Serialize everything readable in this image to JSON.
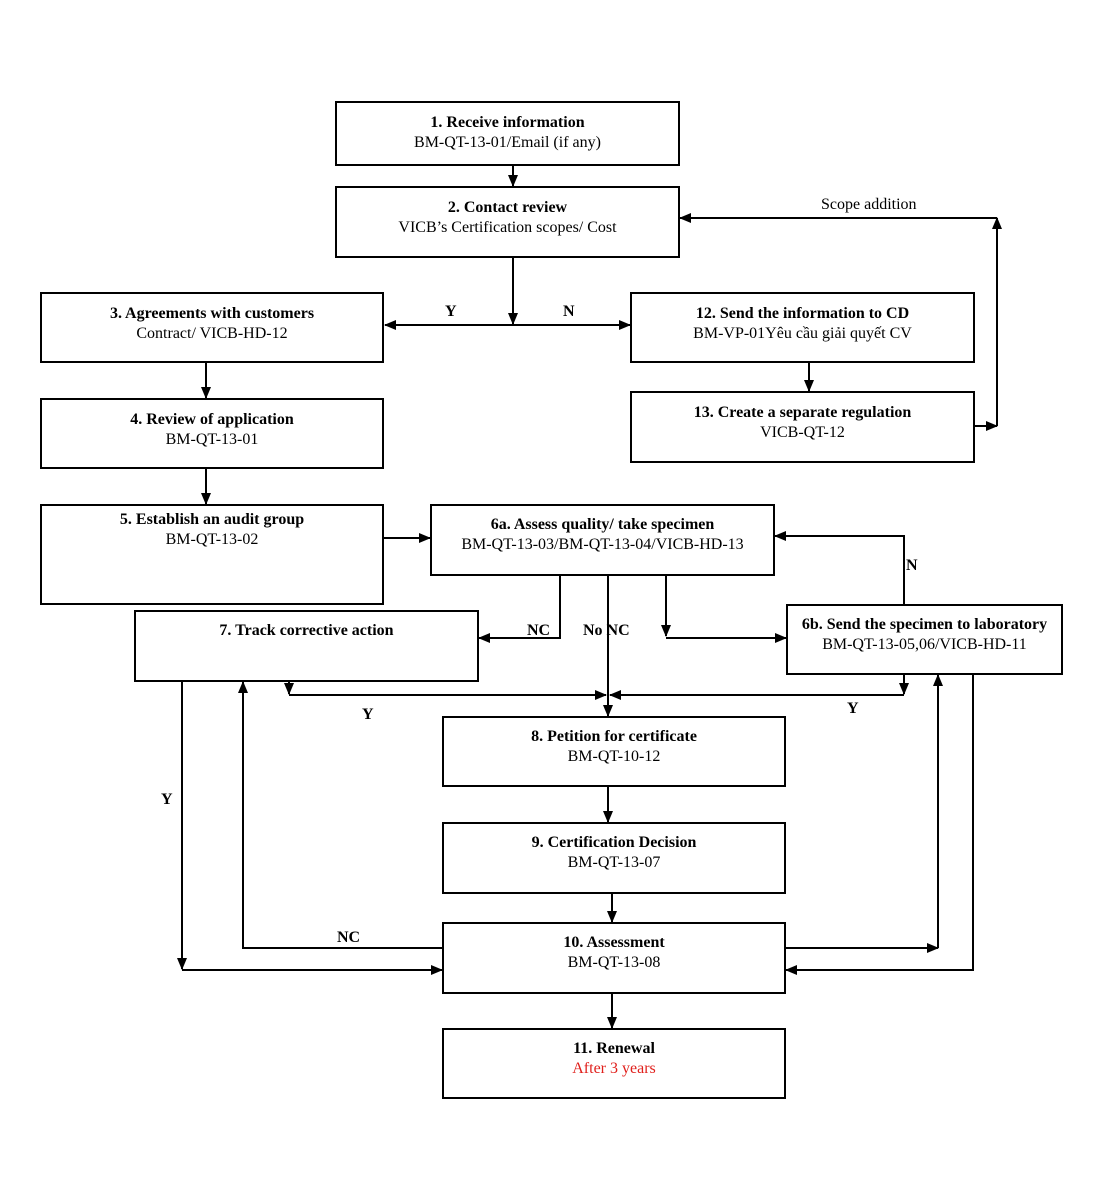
{
  "colors": {
    "stroke": "#000000",
    "accent_text": "#e0201c"
  },
  "nodes": {
    "n1": {
      "title": "1. Receive information",
      "sub": "BM-QT-13-01/Email (if any)"
    },
    "n2": {
      "title": "2. Contact review",
      "sub": "VICB’s Certification scopes/ Cost"
    },
    "n3": {
      "title": "3. Agreements with customers",
      "sub": "Contract/ VICB-HD-12"
    },
    "n4": {
      "title": "4. Review of application",
      "sub": "BM-QT-13-01"
    },
    "n5": {
      "title": "5. Establish an audit group",
      "sub": "BM-QT-13-02"
    },
    "n6a": {
      "title": "6a. Assess quality/ take specimen",
      "sub": "BM-QT-13-03/BM-QT-13-04/VICB-HD-13"
    },
    "n6b": {
      "title": "6b. Send the specimen to laboratory",
      "sub": "BM-QT-13-05,06/VICB-HD-11"
    },
    "n7": {
      "title": "7. Track corrective action"
    },
    "n8": {
      "title": "8. Petition for certificate",
      "sub": "BM-QT-10-12"
    },
    "n9": {
      "title": "9. Certification Decision",
      "sub": "BM-QT-13-07"
    },
    "n10": {
      "title": "10. Assessment",
      "sub": "BM-QT-13-08"
    },
    "n11": {
      "title": "11. Renewal",
      "sub": "After 3 years"
    },
    "n12": {
      "title": "12. Send the information to CD",
      "sub": "BM-VP-01Yêu cầu giải quyết CV"
    },
    "n13": {
      "title": "13. Create a separate regulation",
      "sub": "VICB-QT-12"
    }
  },
  "edge_labels": {
    "scope_addition": "Scope addition",
    "y_agreement": "Y",
    "n_send_cd": "N",
    "nc_corrective": "NC",
    "no_nc": "No NC",
    "n_lab_retest": "N",
    "y_track_petition": "Y",
    "y_lab_petition": "Y",
    "y_left": "Y",
    "nc_assessment": "NC"
  }
}
